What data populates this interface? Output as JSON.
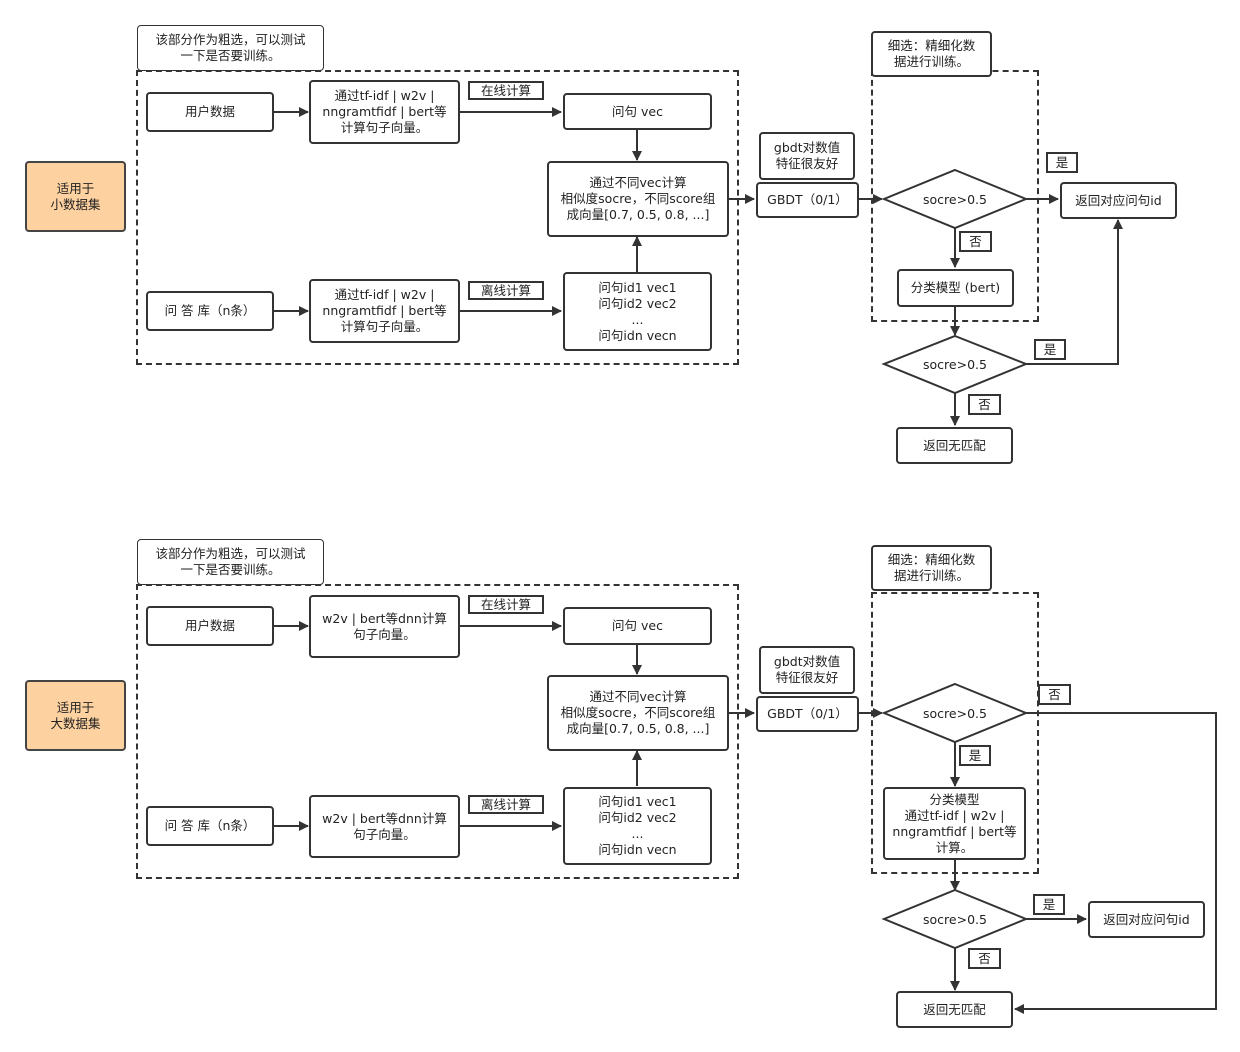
{
  "top": {
    "section_label": "适用于\n小数据集",
    "coarse_note": "该部分作为粗选，可以测试\n一下是否要训练。",
    "user_data": "用户数据",
    "qa_db": "问 答 库（n条）",
    "vector_method_user": "通过tf-idf | w2v |\nnngramtfidf | bert等\n计算句子向量。",
    "vector_method_db": "通过tf-idf | w2v |\nnngramtfidf | bert等\n计算句子向量。",
    "online_tag": "在线计算",
    "offline_tag": "离线计算",
    "query_vec": "问句 vec",
    "db_vecs": "问句id1  vec1\n问句id2 vec2\n...\n问句idn vecn",
    "similarity": "通过不同vec计算\n相似度socre，不同score组\n成向量[0.7, 0.5, 0.8, ...]",
    "gbdt_note": "gbdt对数值\n特征很友好",
    "gbdt": "GBDT（0/1）",
    "fine_note": "细选：精细化数\n据进行训练。",
    "decision1": "socre>0.5",
    "decision1_yes": "是",
    "decision1_no": "否",
    "classifier": "分类模型 (bert)",
    "decision2": "socre>0.5",
    "decision2_yes": "是",
    "decision2_no": "否",
    "return_id": "返回对应问句id",
    "no_match": "返回无匹配"
  },
  "bottom": {
    "section_label": "适用于\n大数据集",
    "coarse_note": "该部分作为粗选，可以测试\n一下是否要训练。",
    "user_data": "用户数据",
    "qa_db": "问 答 库（n条）",
    "vector_method_user": "w2v | bert等dnn计算\n句子向量。",
    "vector_method_db": "w2v | bert等dnn计算\n句子向量。",
    "online_tag": "在线计算",
    "offline_tag": "离线计算",
    "query_vec": "问句 vec",
    "db_vecs": "问句id1  vec1\n问句id2 vec2\n...\n问句idn vecn",
    "similarity": "通过不同vec计算\n相似度socre，不同score组\n成向量[0.7, 0.5, 0.8, ...]",
    "gbdt_note": "gbdt对数值\n特征很友好",
    "gbdt": "GBDT（0/1）",
    "fine_note": "细选：精细化数\n据进行训练。",
    "decision1": "socre>0.5",
    "decision1_yes": "是",
    "decision1_no": "否",
    "classifier": "分类模型\n通过tf-idf | w2v |\nnngramtfidf | bert等\n计算。",
    "decision2": "socre>0.5",
    "decision2_yes": "是",
    "decision2_no": "否",
    "return_id": "返回对应问句id",
    "no_match": "返回无匹配"
  }
}
